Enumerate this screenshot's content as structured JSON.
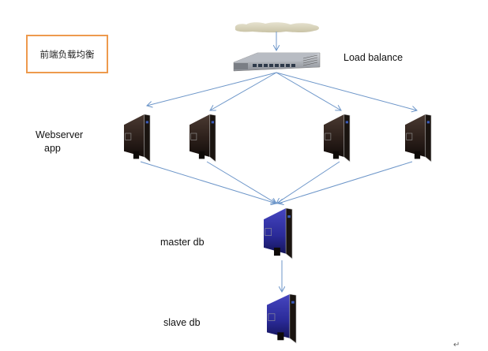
{
  "title_box": {
    "text": "前端负载均衡"
  },
  "labels": {
    "load_balance": "Load balance",
    "webserver_line1": "Webserver",
    "webserver_line2": "app",
    "master_db": "master db",
    "slave_db": "slave  db"
  },
  "nodes": {
    "cloud": {
      "type": "internet-cloud"
    },
    "switch": {
      "type": "load-balancer-switch",
      "ports": 8
    },
    "webservers": [
      {
        "id": "web-1",
        "color": "#3a2a22"
      },
      {
        "id": "web-2",
        "color": "#3a2a22"
      },
      {
        "id": "web-3",
        "color": "#3a2a22"
      },
      {
        "id": "web-4",
        "color": "#3a2a22"
      }
    ],
    "master_db": {
      "color": "#2a2a9a"
    },
    "slave_db": {
      "color": "#2a2a9a"
    }
  },
  "edges": [
    {
      "from": "cloud",
      "to": "switch"
    },
    {
      "from": "switch",
      "to": "web-1"
    },
    {
      "from": "switch",
      "to": "web-2"
    },
    {
      "from": "switch",
      "to": "web-3"
    },
    {
      "from": "switch",
      "to": "web-4"
    },
    {
      "from": "web-1",
      "to": "master_db"
    },
    {
      "from": "web-2",
      "to": "master_db"
    },
    {
      "from": "web-3",
      "to": "master_db"
    },
    {
      "from": "web-4",
      "to": "master_db"
    },
    {
      "from": "master_db",
      "to": "slave_db"
    }
  ],
  "colors": {
    "edge": "#6d96c9",
    "title_border": "#ee9a4d"
  },
  "paragraph_mark": "↵"
}
